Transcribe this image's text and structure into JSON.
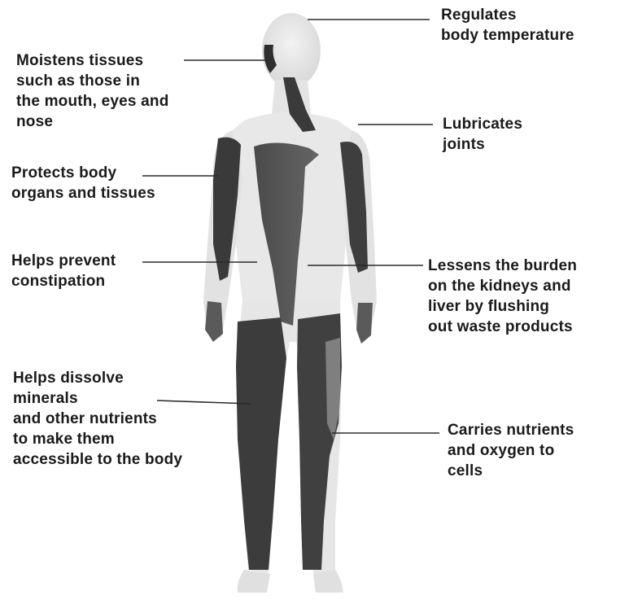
{
  "annotations": [
    {
      "id": "regulates-temperature",
      "lines": [
        "Regulates",
        "body temperature"
      ]
    },
    {
      "id": "moistens-tissues",
      "lines": [
        "Moistens tissues",
        "such as those in",
        "the mouth, eyes and",
        "nose"
      ]
    },
    {
      "id": "lubricates-joints",
      "lines": [
        "Lubricates",
        "joints"
      ]
    },
    {
      "id": "protects-organs",
      "lines": [
        "Protects body",
        "organs and tissues"
      ]
    },
    {
      "id": "prevents-constipation",
      "lines": [
        "Helps prevent",
        "constipation"
      ]
    },
    {
      "id": "lessens-burden",
      "lines": [
        "Lessens the burden",
        "on the kidneys and",
        "liver by flushing",
        "out waste products"
      ]
    },
    {
      "id": "dissolves-minerals",
      "lines": [
        "Helps dissolve",
        "minerals",
        "and other nutrients",
        "to make them",
        "accessible to the body"
      ]
    },
    {
      "id": "carries-nutrients",
      "lines": [
        "Carries nutrients",
        "and oxygen to",
        "cells"
      ]
    }
  ],
  "colors": {
    "text": "#1a1a1a",
    "leader_line": "#2a2a2a",
    "body_light": "#e6e6e6",
    "body_dark": "#454545"
  },
  "figure": {
    "subject": "human-body-figure"
  }
}
